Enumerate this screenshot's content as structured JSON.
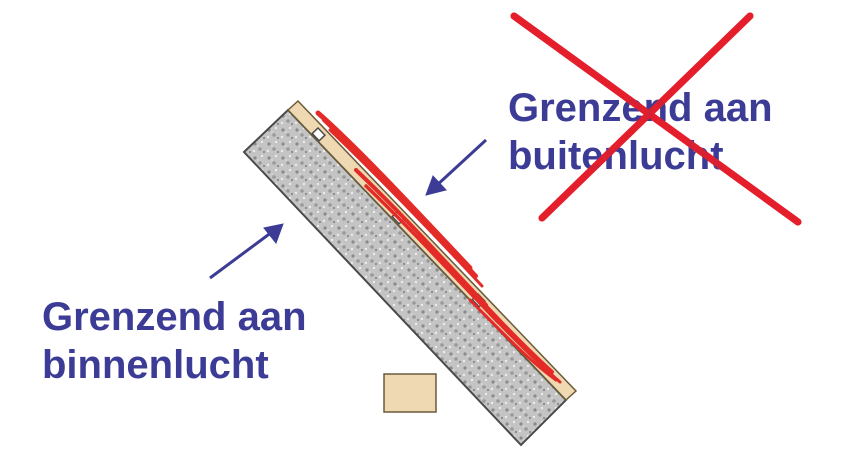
{
  "labels": {
    "outside_line1": "Grenzend aan",
    "outside_line2": "buitenlucht",
    "inside_line1": "Grenzend aan",
    "inside_line2": "binnenlucht"
  },
  "colors": {
    "label": "#3c3c96",
    "arrow": "#3c3c96",
    "cross": "#e41e2b",
    "tiles": "#e32b28",
    "batten": "#efd9b2",
    "insulation": "#bdbdbd"
  },
  "icons": {
    "cross": "cross-out-icon",
    "arrow": "arrow-icon"
  }
}
